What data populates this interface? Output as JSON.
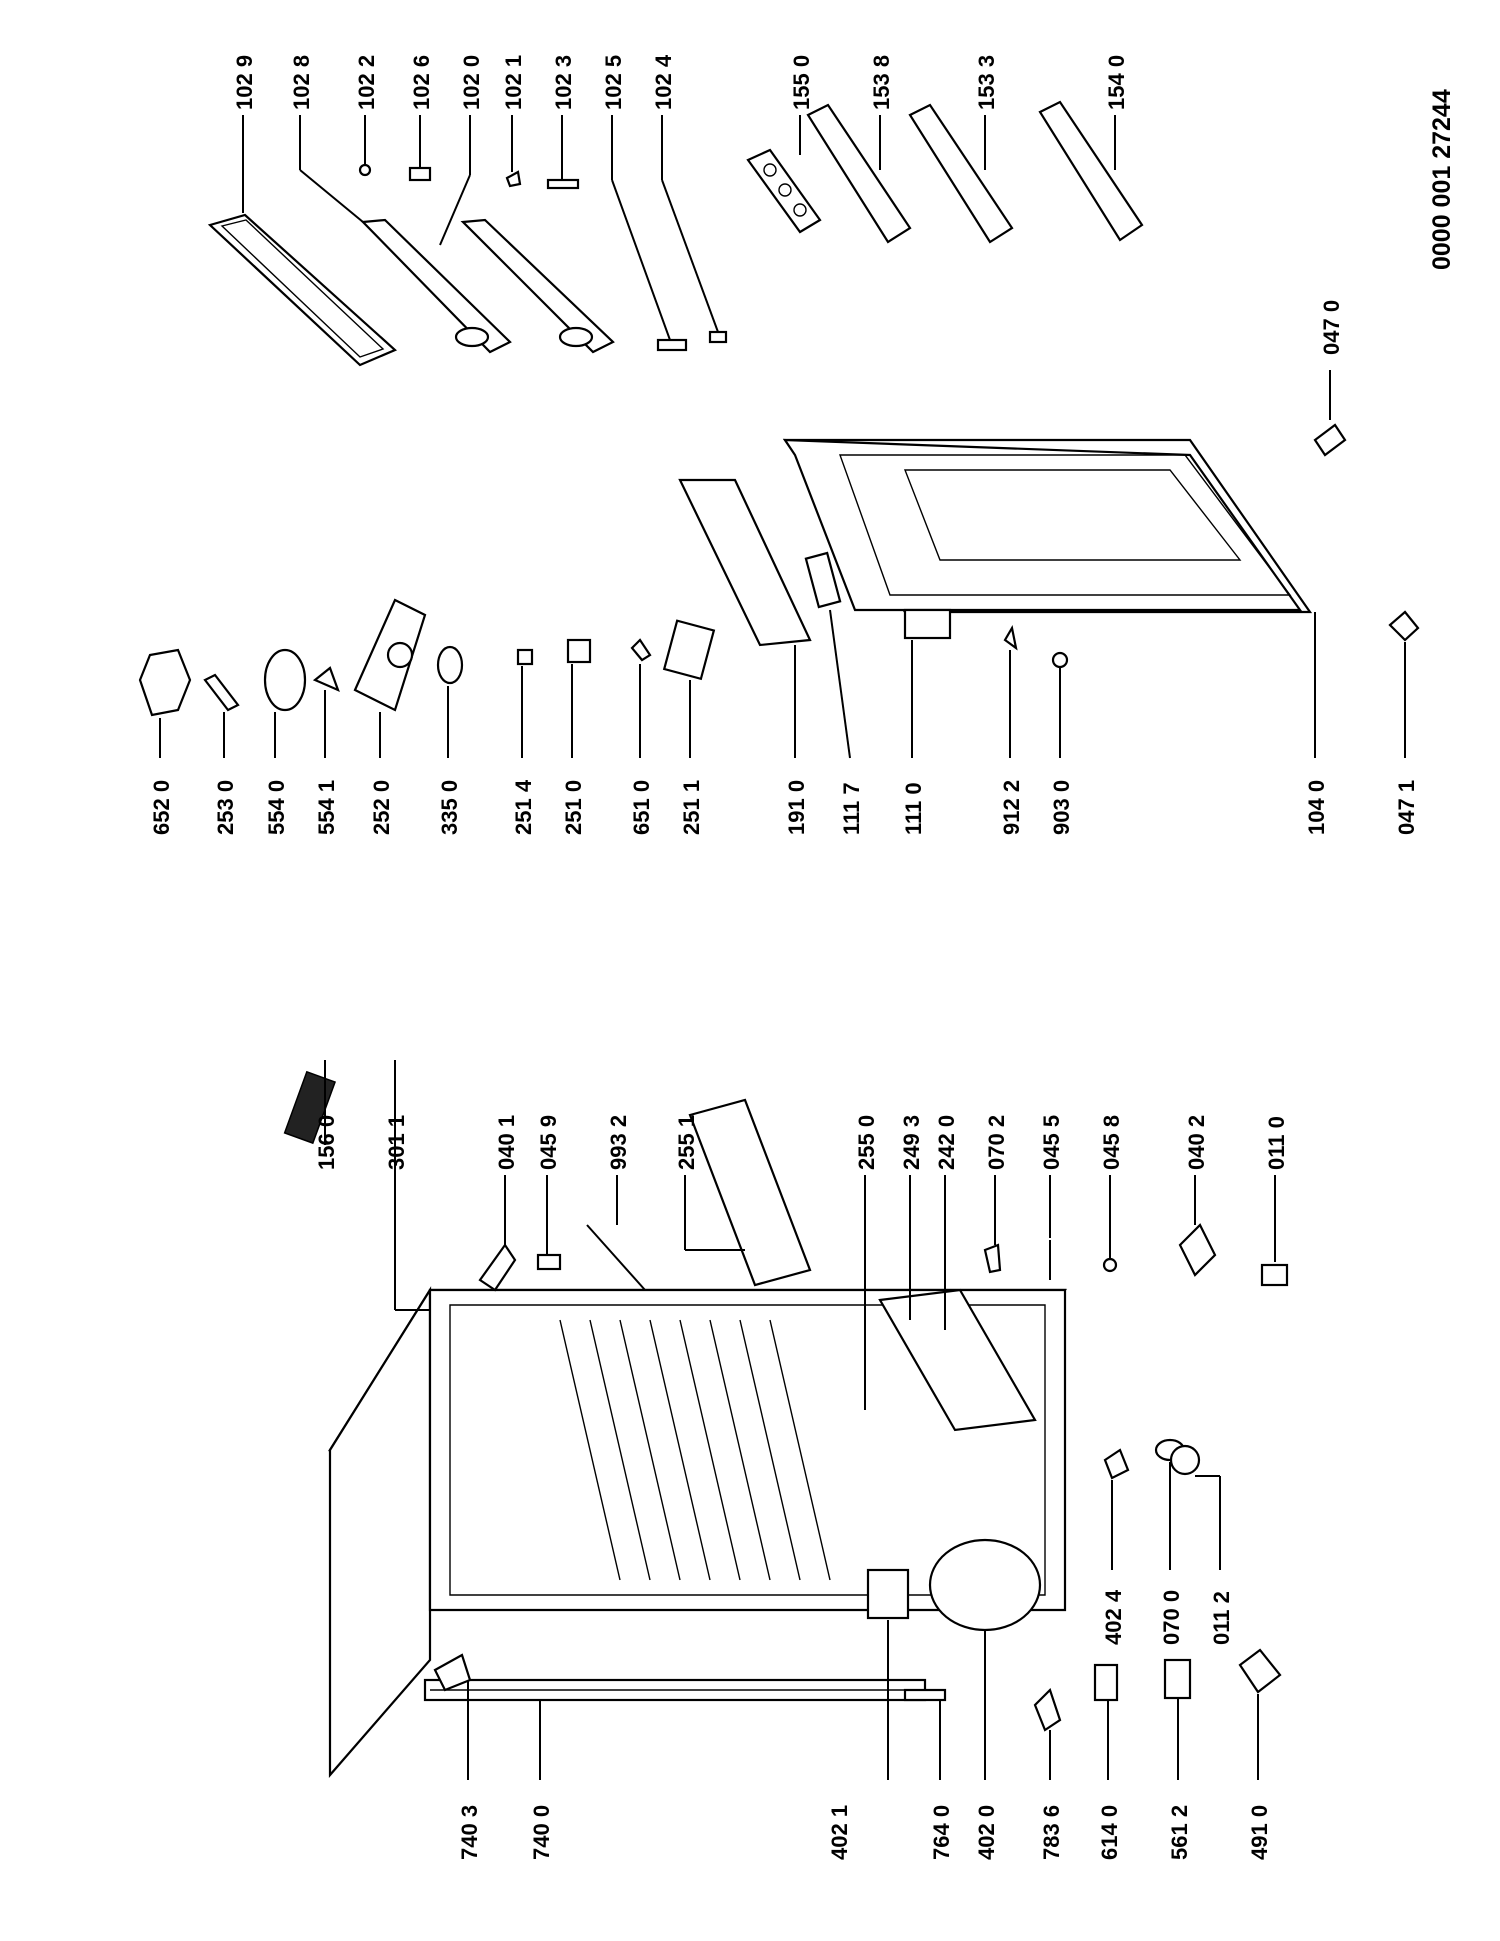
{
  "document": {
    "number": "0000 001 27244"
  },
  "labels": {
    "l1029": "102 9",
    "l1028": "102 8",
    "l1022": "102 2",
    "l1026": "102 6",
    "l1020": "102 0",
    "l1021": "102 1",
    "l1023": "102 3",
    "l1025": "102 5",
    "l1024": "102 4",
    "l1550": "155 0",
    "l1538": "153 8",
    "l1533": "153 3",
    "l1540": "154 0",
    "l6520": "652 0",
    "l2530": "253 0",
    "l5540": "554 0",
    "l5541": "554 1",
    "l2520": "252 0",
    "l3350": "335 0",
    "l2514": "251 4",
    "l2510": "251 0",
    "l6510": "651 0",
    "l2511": "251 1",
    "l1910": "191 0",
    "l1117": "111 7",
    "l1110": "111 0",
    "l9122": "912 2",
    "l9030": "903 0",
    "l1040": "104 0",
    "l0471": "047 1",
    "l0470": "047 0",
    "l1560": "156 0",
    "l3011": "301  1",
    "l0401": "040 1",
    "l0459": "045 9",
    "l9932": "993 2",
    "l2551": "255 1",
    "l2550": "255 0",
    "l2493": "249 3",
    "l2420": "242 0",
    "l0702": "070 2",
    "l0455": "045 5",
    "l0458": "045 8",
    "l0402": "040 2",
    "l0110": "011 0",
    "l7403": "740 3",
    "l7400": "740 0",
    "l4021": "402 1",
    "l7640": "764 0",
    "l4020": "402 0",
    "l7836": "783 6",
    "l6140": "614 0",
    "l5612": "561 2",
    "l4910": "491 0",
    "l4024": "402 4",
    "l0700": "070 0",
    "l0112": "011 2"
  }
}
